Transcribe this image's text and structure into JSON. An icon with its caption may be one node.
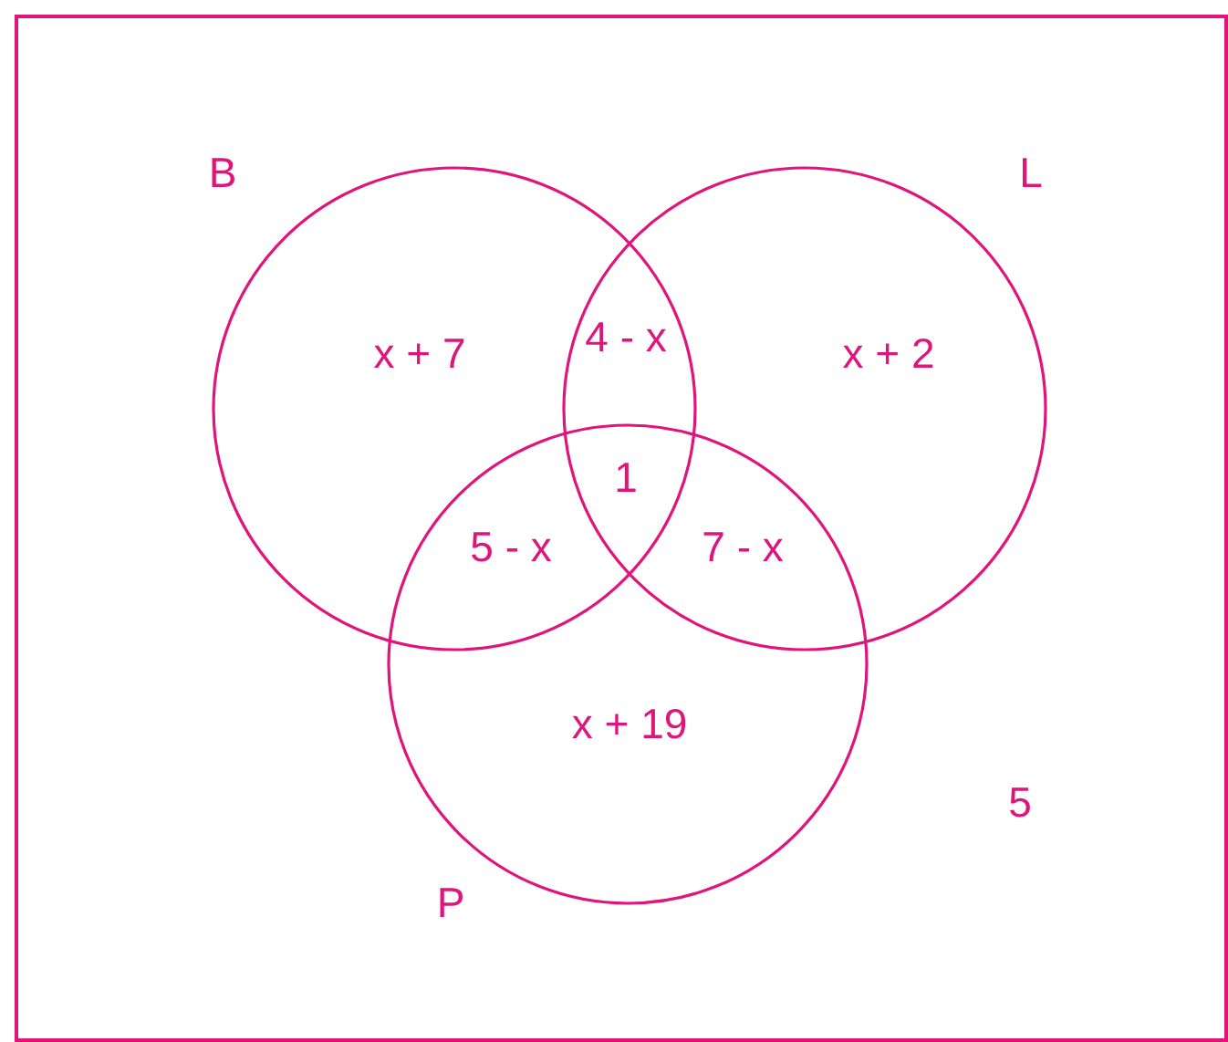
{
  "diagram": {
    "nodes": [
      {
        "text": [
          "5"
        ]
      },
      {
        "text": [
          "B",
          "x + 7"
        ],
        "in": 0
      },
      {
        "text": [
          "L",
          "x + 2"
        ],
        "in": 0
      },
      {
        "text": [
          "P",
          "x + 19"
        ],
        "in": 0
      }
    ],
    "labels": [
      "4 - x",
      "1",
      "5 - x",
      "7 - x"
    ]
  }
}
